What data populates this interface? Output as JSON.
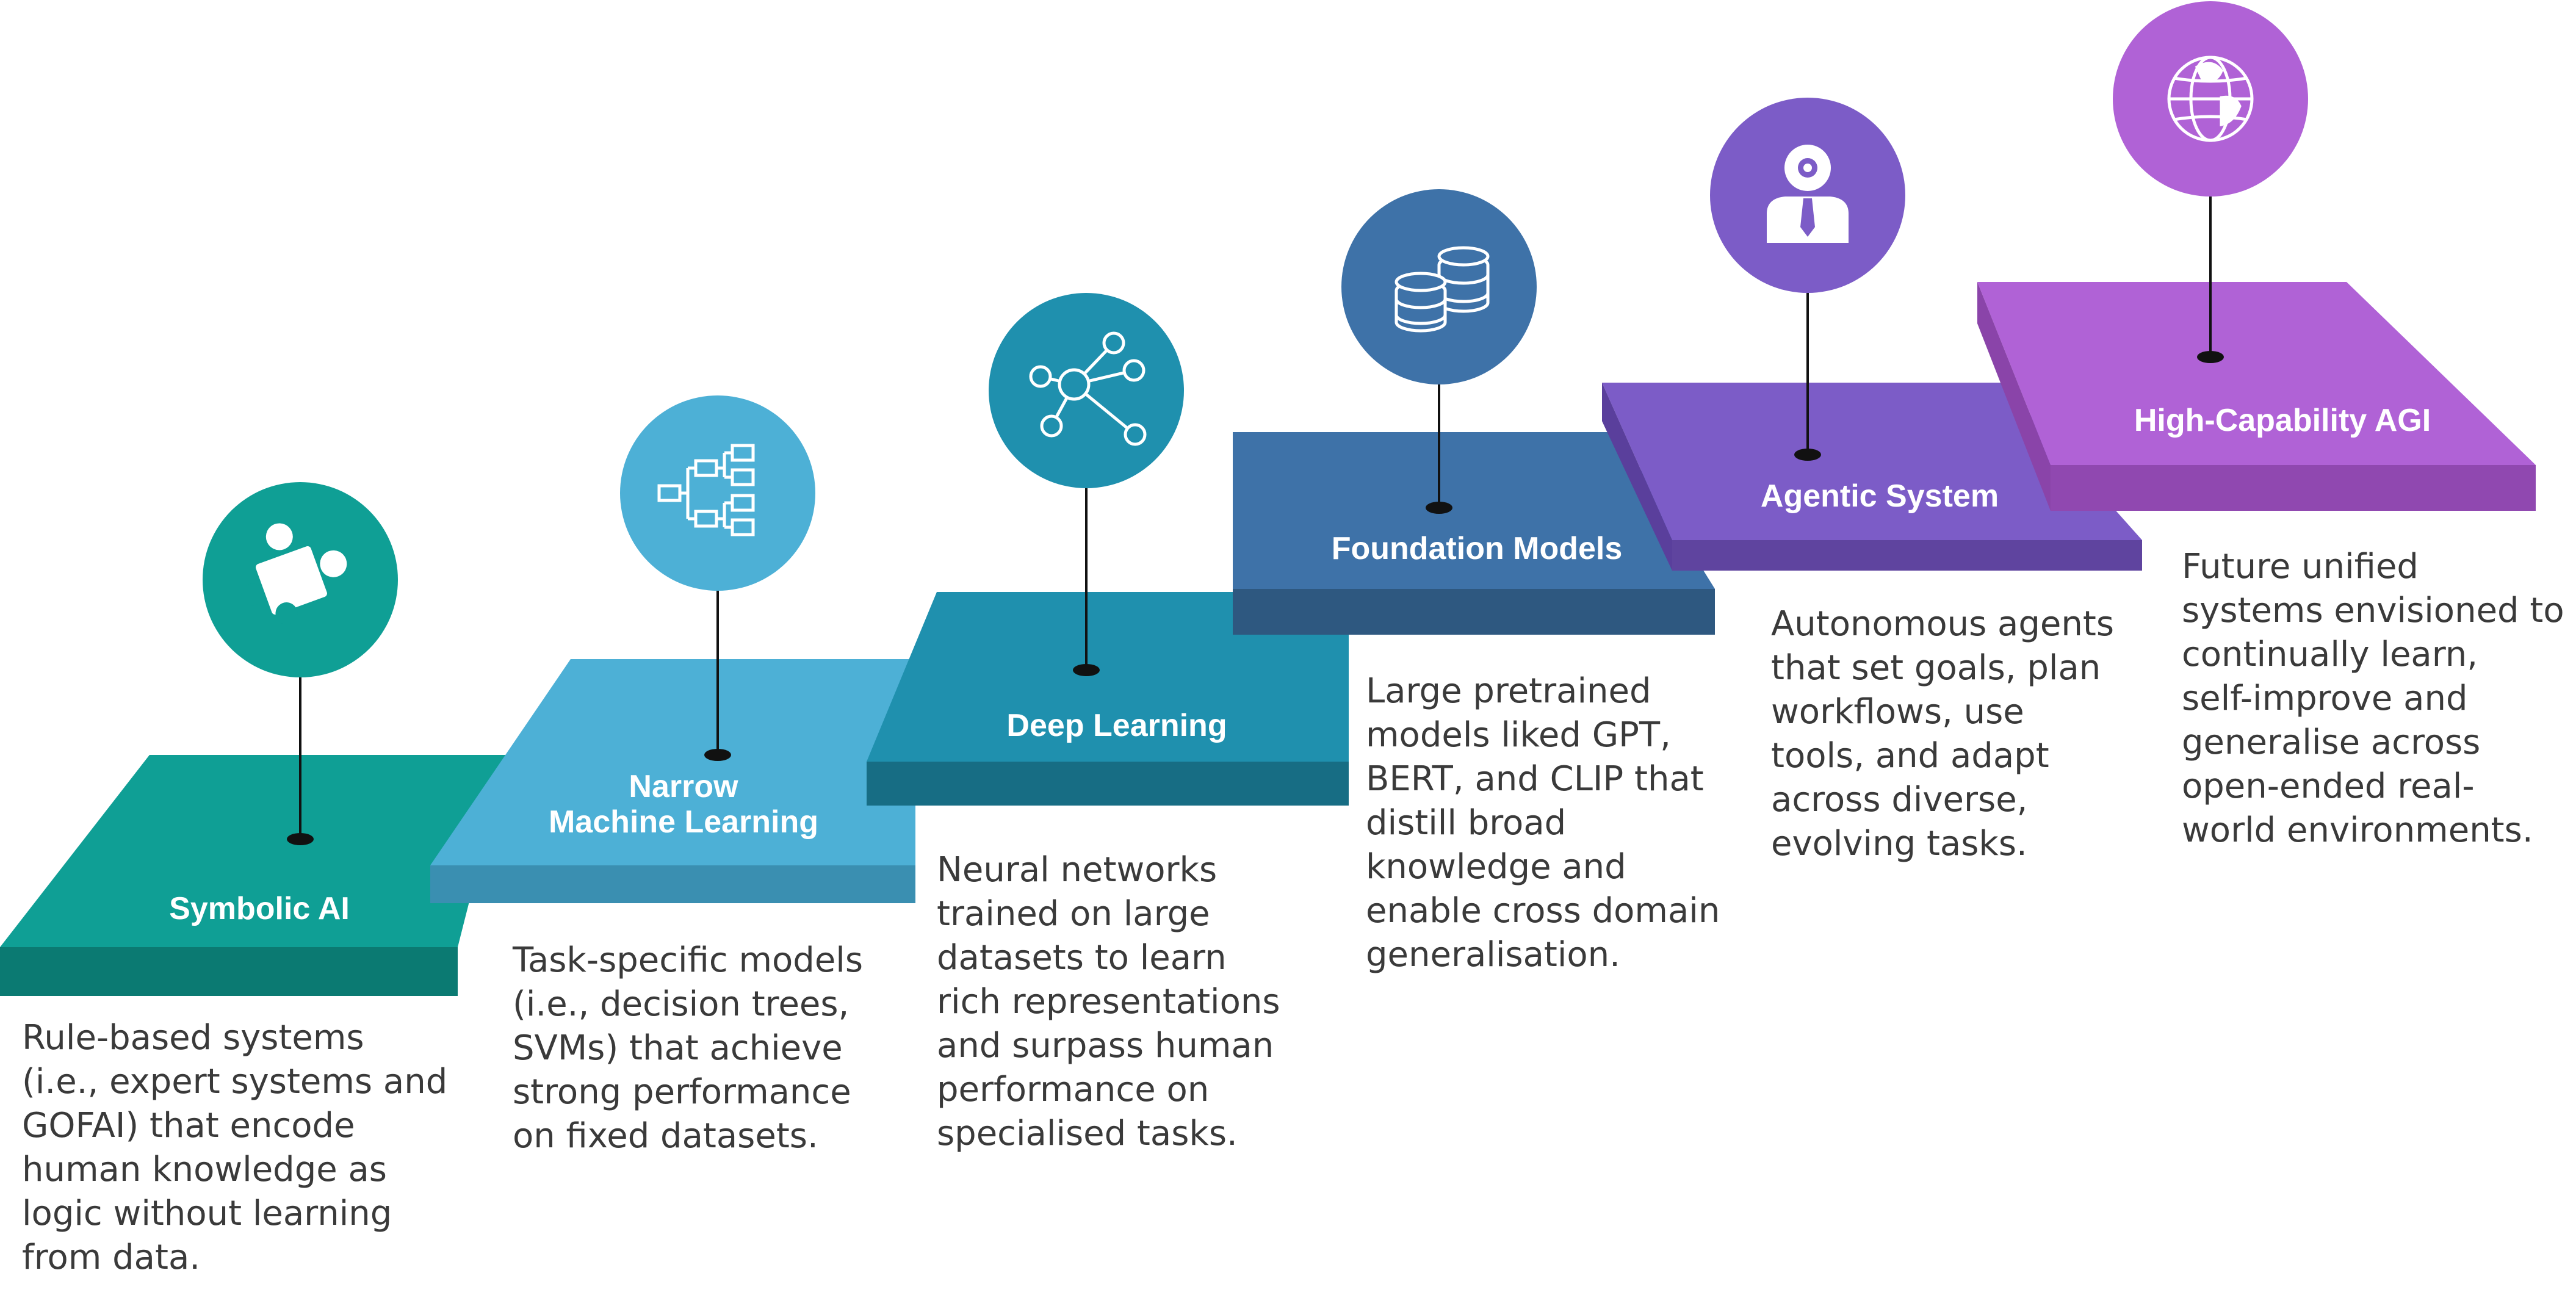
{
  "steps": [
    {
      "title": "Symbolic AI",
      "icon": "puzzle-icon",
      "description": "Rule-based systems\n(i.e., expert systems and\nGOFAI) that encode\nhuman knowledge as\nlogic without learning\nfrom data.",
      "color": "#0f9f95"
    },
    {
      "title": "Narrow\nMachine Learning",
      "icon": "hierarchy-icon",
      "description": "Task-specific models\n(i.e., decision trees,\nSVMs) that achieve\nstrong performance\non fixed datasets.",
      "color": "#4db0d6"
    },
    {
      "title": "Deep Learning",
      "icon": "network-icon",
      "description": "Neural networks\ntrained on large\ndatasets to learn\nrich representations\nand surpass human\nperformance on\nspecialised tasks.",
      "color": "#1f90ae"
    },
    {
      "title": "Foundation Models",
      "icon": "database-icon",
      "description": "Large pretrained\nmodels liked GPT,\nBERT, and CLIP that\ndistill broad\nknowledge and\nenable cross domain\ngeneralisation.",
      "color": "#3e72a8"
    },
    {
      "title": "Agentic System",
      "icon": "agent-icon",
      "description": "Autonomous agents\nthat set goals, plan\nworkflows, use\ntools, and adapt\nacross diverse,\nevolving tasks.",
      "color": "#7c5cc7"
    },
    {
      "title": "High-Capability AGI",
      "icon": "globe-icon",
      "description": "Future unified\nsystems envisioned to\ncontinually learn,\nself-improve and\ngeneralise across\nopen-ended real-\nworld environments.",
      "color": "#b062d6"
    }
  ]
}
